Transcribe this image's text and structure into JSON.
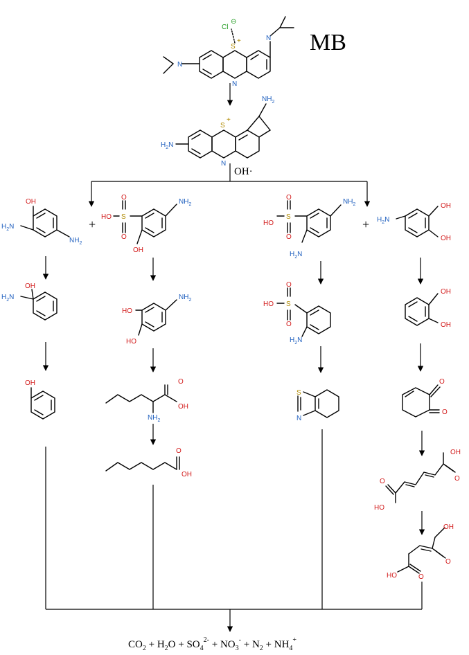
{
  "labels": {
    "mb": "MB",
    "oxidant": "OH·",
    "cl": "Cl",
    "s_plus": "S",
    "n": "N",
    "s": "S",
    "nh2": "NH",
    "oh": "OH",
    "ho": "HO",
    "h2n": "H",
    "o": "O",
    "plus": "+"
  },
  "products": {
    "co2": "CO",
    "h2o": "H",
    "so4": "SO",
    "no3": "NO",
    "n2": "N",
    "nh4": "NH"
  },
  "colors": {
    "nitrogen": "#1f5fbf",
    "oxygen": "#d21a1a",
    "sulfur": "#b08a00",
    "chlorine": "#1f9a1f"
  }
}
